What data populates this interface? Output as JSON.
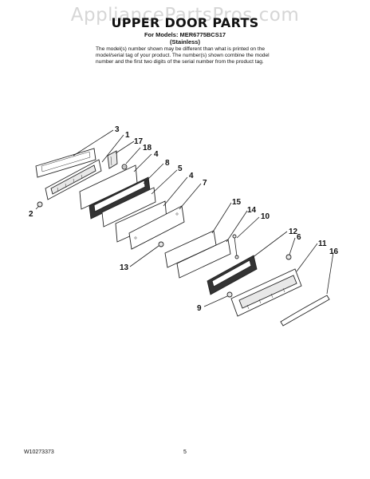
{
  "watermark": "AppliancePartsPros.com",
  "title": "UPPER DOOR PARTS",
  "models_line": "For Models: MER6775BCS17",
  "finish_line": "(Stainless)",
  "note": "The model(s) number shown may be different than what is printed on the model/serial tag of your product. The number(s) shown combine the model number and the first two digits of the serial number from the product tag.",
  "callouts": {
    "c3": "3",
    "c1": "1",
    "c17": "17",
    "c18": "18",
    "c4a": "4",
    "c8": "8",
    "c5": "5",
    "c4b": "4",
    "c7": "7",
    "c2": "2",
    "c15": "15",
    "c14": "14",
    "c10": "10",
    "c12": "12",
    "c6": "6",
    "c11": "11",
    "c16": "16",
    "c13": "13",
    "c9": "9"
  },
  "footer": {
    "doc_number": "W10273373",
    "page": "5"
  }
}
